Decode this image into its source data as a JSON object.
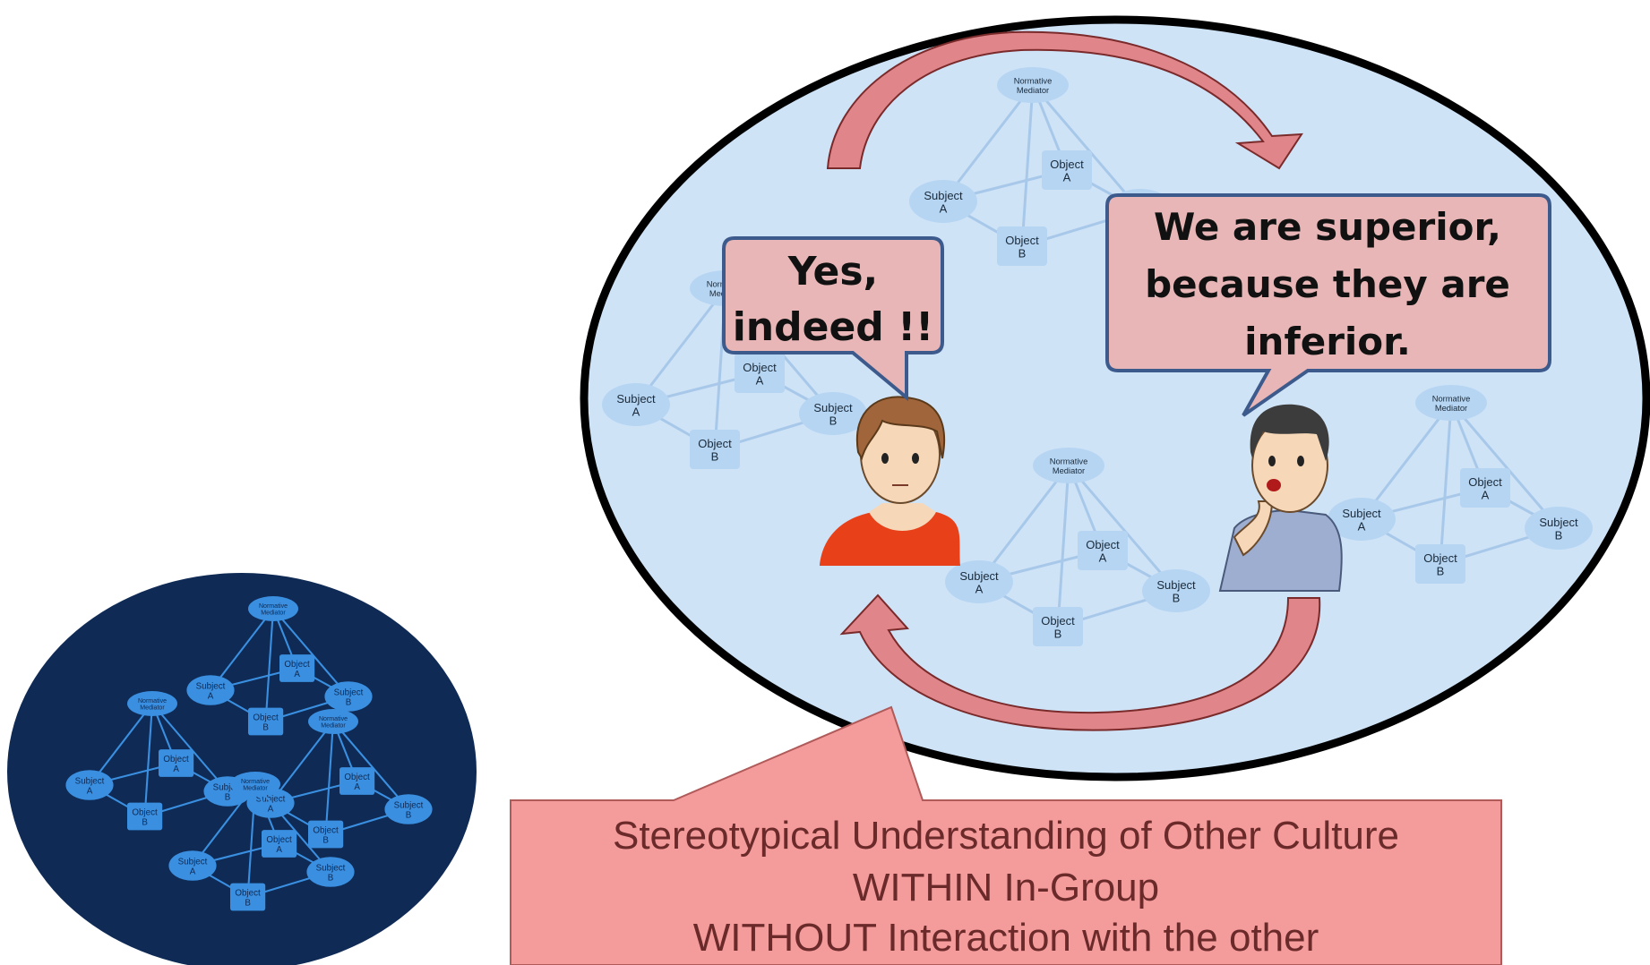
{
  "colors": {
    "big_circle_fill": "#cfe3f7",
    "big_circle_stroke": "#000000",
    "small_circle_fill": "#0e2a55",
    "node_light": "#b6d5f2",
    "node_dark": "#3a8fe0",
    "bubble_fill": "#e8b6b6",
    "bubble_stroke": "#3d5a8c",
    "arrow_fill": "#e0868a",
    "caption_fill": "#f49b9b",
    "caption_text": "#6b2a2a"
  },
  "labels": {
    "normative_mediator": [
      "Normative",
      "Mediator"
    ],
    "subject_a": [
      "Subject",
      "A"
    ],
    "subject_b": [
      "Subject",
      "B"
    ],
    "object_a": [
      "Object",
      "A"
    ],
    "object_b": [
      "Object",
      "B"
    ]
  },
  "bubbles": {
    "left": [
      "Yes,",
      "indeed !!"
    ],
    "right": [
      "We are superior,",
      "because they are",
      "inferior."
    ]
  },
  "caption": {
    "line1": "Stereotypical Understanding of Other Culture",
    "line2": "WITHIN  In-Group",
    "line3": "WITHOUT Interaction with the other"
  },
  "icons": {
    "left_person": "boy-listening-icon",
    "right_person": "man-speaking-icon",
    "cycle_arrows": "curved-arrow-icon"
  }
}
